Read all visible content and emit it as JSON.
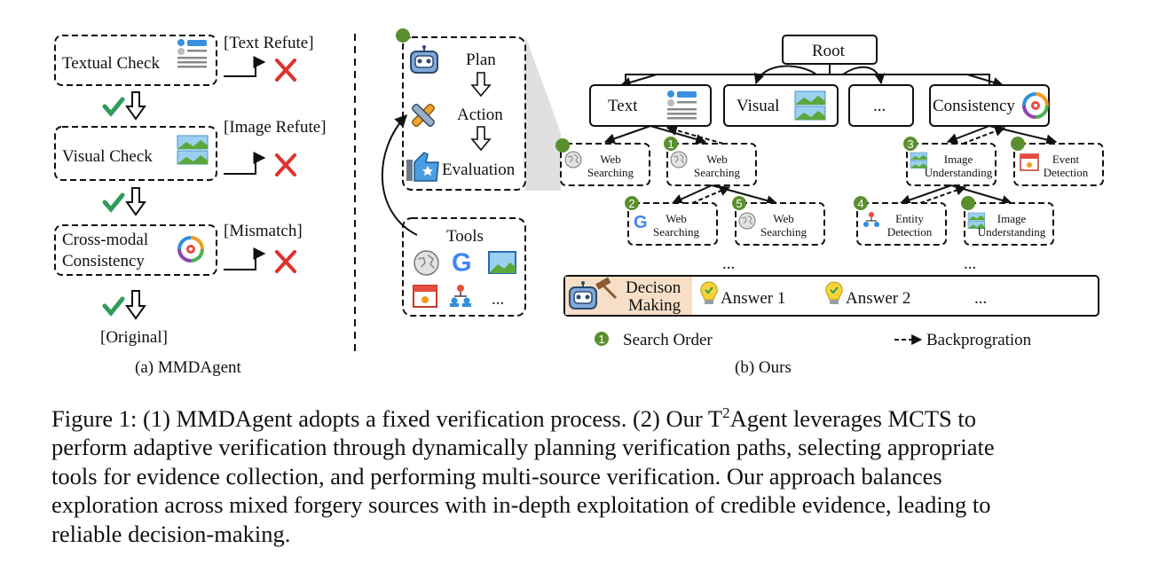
{
  "panel_a": {
    "textual_check": "Textual Check",
    "text_refute": "[Text Refute]",
    "visual_check": "Visual Check",
    "image_refute": "[Image Refute]",
    "crossmodal_line1": "Cross-modal",
    "crossmodal_line2": "Consistency",
    "mismatch": "[Mismatch]",
    "original": "[Original]",
    "caption": "(a) MMDAgent"
  },
  "panel_b": {
    "steps": {
      "plan": "Plan",
      "action": "Action",
      "evaluation": "Evaluation"
    },
    "tools": {
      "title": "Tools",
      "more": "..."
    },
    "tree": {
      "root": "Root",
      "text": "Text",
      "visual": "Visual",
      "ellipsis": "...",
      "consistency": "Consistency",
      "nodes": {
        "web": [
          "Web",
          "Searching"
        ],
        "image_und": [
          "Image",
          "Understanding"
        ],
        "event": [
          "Event",
          "Detection"
        ],
        "entity": [
          "Entity",
          "Detection"
        ]
      },
      "order_numbers": [
        "1",
        "2",
        "3",
        "4",
        "5"
      ],
      "more1": "...",
      "more2": "..."
    },
    "decision": {
      "label_line1": "Decison",
      "label_line2": "Making",
      "answer1": "Answer 1",
      "answer2": "Answer 2",
      "more": "..."
    },
    "legend": {
      "search_order": "Search Order",
      "backprop": "Backprogration"
    },
    "caption": "(b) Ours"
  },
  "figure_caption": {
    "line1": "Figure 1: (1) MMDAgent adopts a fixed verification process. (2) Our T",
    "sup": "2",
    "line1_rest": "Agent  leverages MCTS to",
    "line2": "perform adaptive verification through dynamically planning verification paths, selecting appropriate",
    "line3": "tools for evidence collection, and performing multi-source verification.  Our approach balances",
    "line4": "exploration across mixed forgery sources with in-depth exploitation of credible evidence, leading to",
    "line5": "reliable decision-making."
  },
  "colors": {
    "green": "#5a8f2e",
    "red": "#e0312b",
    "check": "#2e9c5a",
    "decision_bg": "#f6dfc6"
  }
}
